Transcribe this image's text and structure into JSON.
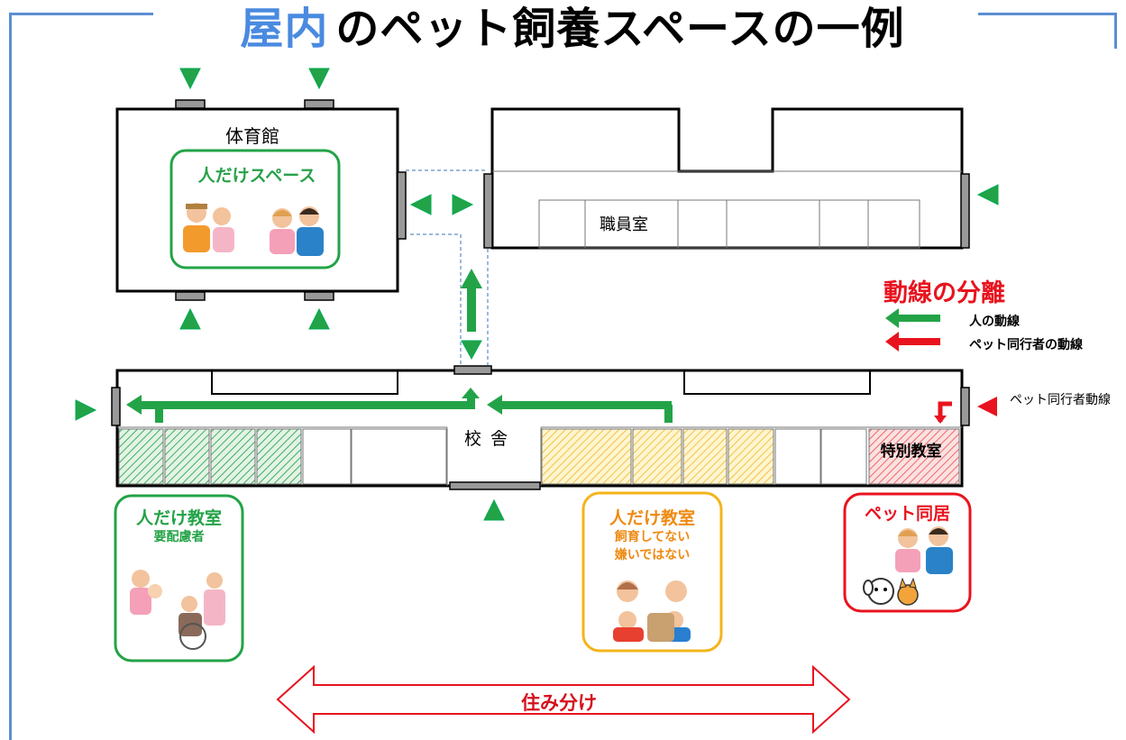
{
  "title": {
    "accent": "屋内",
    "rest": "のペット飼養スペースの一例"
  },
  "gym": {
    "label": "体育館",
    "space_label": "人だけスペース"
  },
  "office": {
    "label": "職員室"
  },
  "school": {
    "label": "校舎",
    "special_room": "特別教室"
  },
  "legend": {
    "title": "動線の分離",
    "items": [
      {
        "label": "人の動線",
        "color": "#23a347"
      },
      {
        "label": "ペット同行者の動線",
        "color": "#e8131e"
      }
    ]
  },
  "pet_route_note": "ペット同行者動線",
  "rooms": [
    {
      "title": "人だけ教室",
      "sub": [
        "要配慮者"
      ],
      "color": "#23a347",
      "title_color": "#23a347",
      "sub_color": "#23a347"
    },
    {
      "title": "人だけ教室",
      "sub": [
        "飼育してない",
        "嫌いではない"
      ],
      "color": "#f4b41a",
      "title_color": "#ee8a12",
      "sub_color": "#ee8a12"
    },
    {
      "title": "ペット同居",
      "sub": [],
      "color": "#e8131e",
      "title_color": "#e8131e",
      "sub_color": "#e8131e"
    }
  ],
  "separation": "住み分け",
  "colors": {
    "frame": "#5b8fd1",
    "green": "#23a347",
    "red": "#e8131e",
    "orange": "#f4b41a"
  }
}
